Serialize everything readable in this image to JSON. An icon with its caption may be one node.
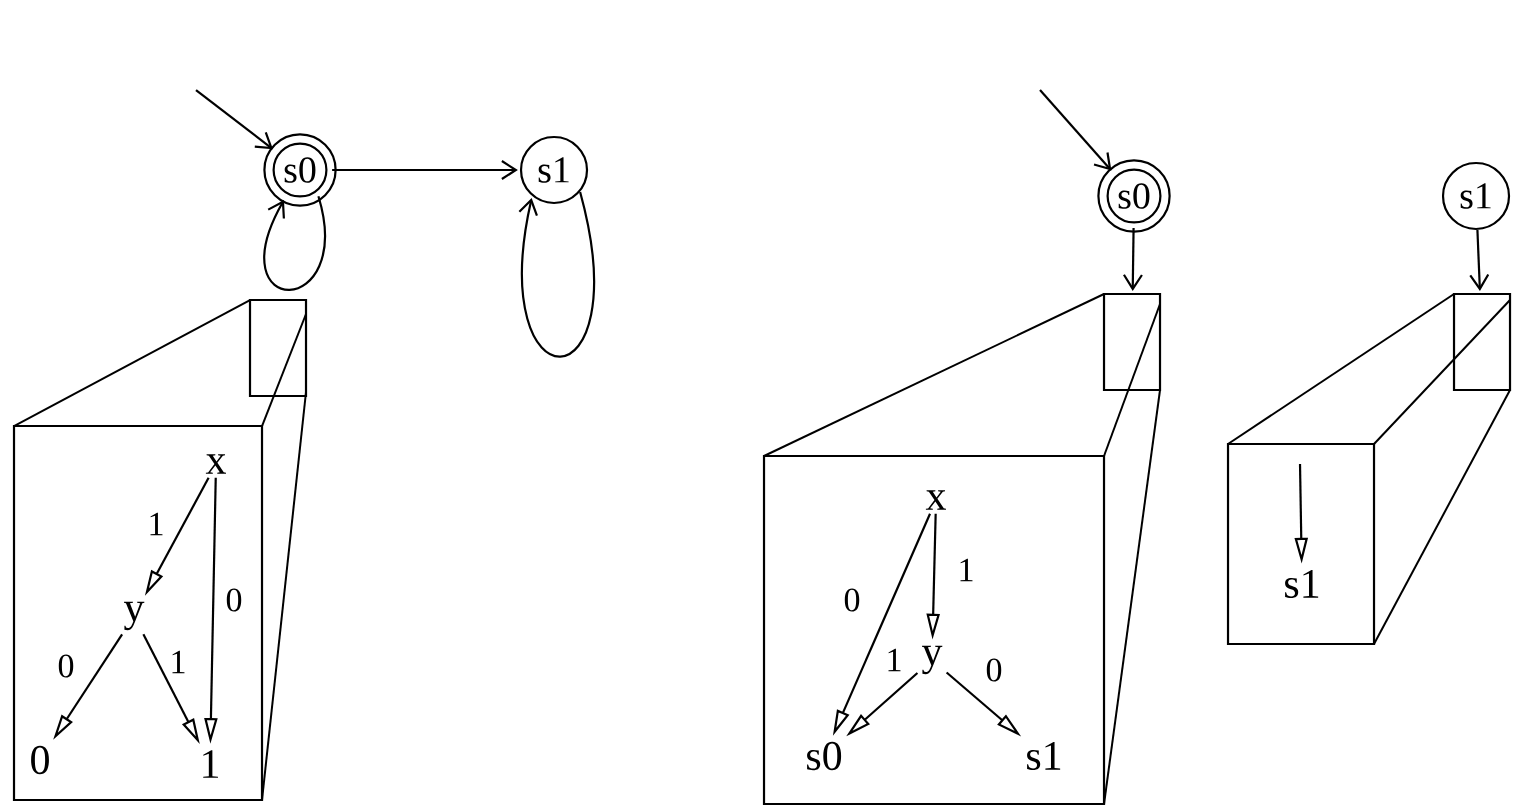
{
  "diagram": {
    "nodes": [
      {
        "text": [
          "s0"
        ]
      },
      {
        "text": [
          "s1"
        ]
      },
      {
        "text": [],
        "shape": "box"
      },
      {
        "text": [],
        "shape": "box"
      },
      {
        "text": [
          "x"
        ],
        "in": 3
      },
      {
        "text": [
          "y"
        ],
        "in": 3
      },
      {
        "text": [
          "0"
        ],
        "in": 3
      },
      {
        "text": [
          "1"
        ],
        "in": 3
      },
      {
        "text": [
          "s0"
        ]
      },
      {
        "text": [
          "s1"
        ]
      },
      {
        "text": [],
        "shape": "box"
      },
      {
        "text": [],
        "shape": "box"
      },
      {
        "text": [],
        "shape": "box"
      },
      {
        "text": [
          "x"
        ],
        "in": 12
      },
      {
        "text": [
          "y"
        ],
        "in": 12
      },
      {
        "text": [
          "s0"
        ],
        "in": 12
      },
      {
        "text": [
          "s1"
        ],
        "in": 12
      },
      {
        "text": [],
        "shape": "box"
      },
      {
        "text": [
          "s1"
        ],
        "in": 17
      }
    ],
    "edges": [
      {
        "from": null,
        "to": 0,
        "arrow": "to"
      },
      {
        "from": 0,
        "to": 1,
        "arrow": "to"
      },
      {
        "from": 0,
        "to": 0,
        "arrow": "to"
      },
      {
        "from": 1,
        "to": 1,
        "arrow": "to"
      },
      {
        "from": 4,
        "to": 5,
        "arrow": "to",
        "label": "1"
      },
      {
        "from": 4,
        "to": 7,
        "arrow": "to",
        "label": "0"
      },
      {
        "from": 5,
        "to": 6,
        "arrow": "to",
        "label": "0"
      },
      {
        "from": 5,
        "to": 7,
        "arrow": "to",
        "label": "1"
      },
      {
        "from": null,
        "to": 8,
        "arrow": "to"
      },
      {
        "from": 8,
        "to": 10,
        "arrow": "to"
      },
      {
        "from": 9,
        "to": 11,
        "arrow": "to"
      },
      {
        "from": 13,
        "to": 15,
        "arrow": "to",
        "label": "0"
      },
      {
        "from": 13,
        "to": 14,
        "arrow": "to",
        "label": "1"
      },
      {
        "from": 14,
        "to": 15,
        "arrow": "to",
        "label": "1"
      },
      {
        "from": 14,
        "to": 16,
        "arrow": "to",
        "label": "0"
      },
      {
        "from": null,
        "to": 18,
        "arrow": "to"
      }
    ]
  }
}
